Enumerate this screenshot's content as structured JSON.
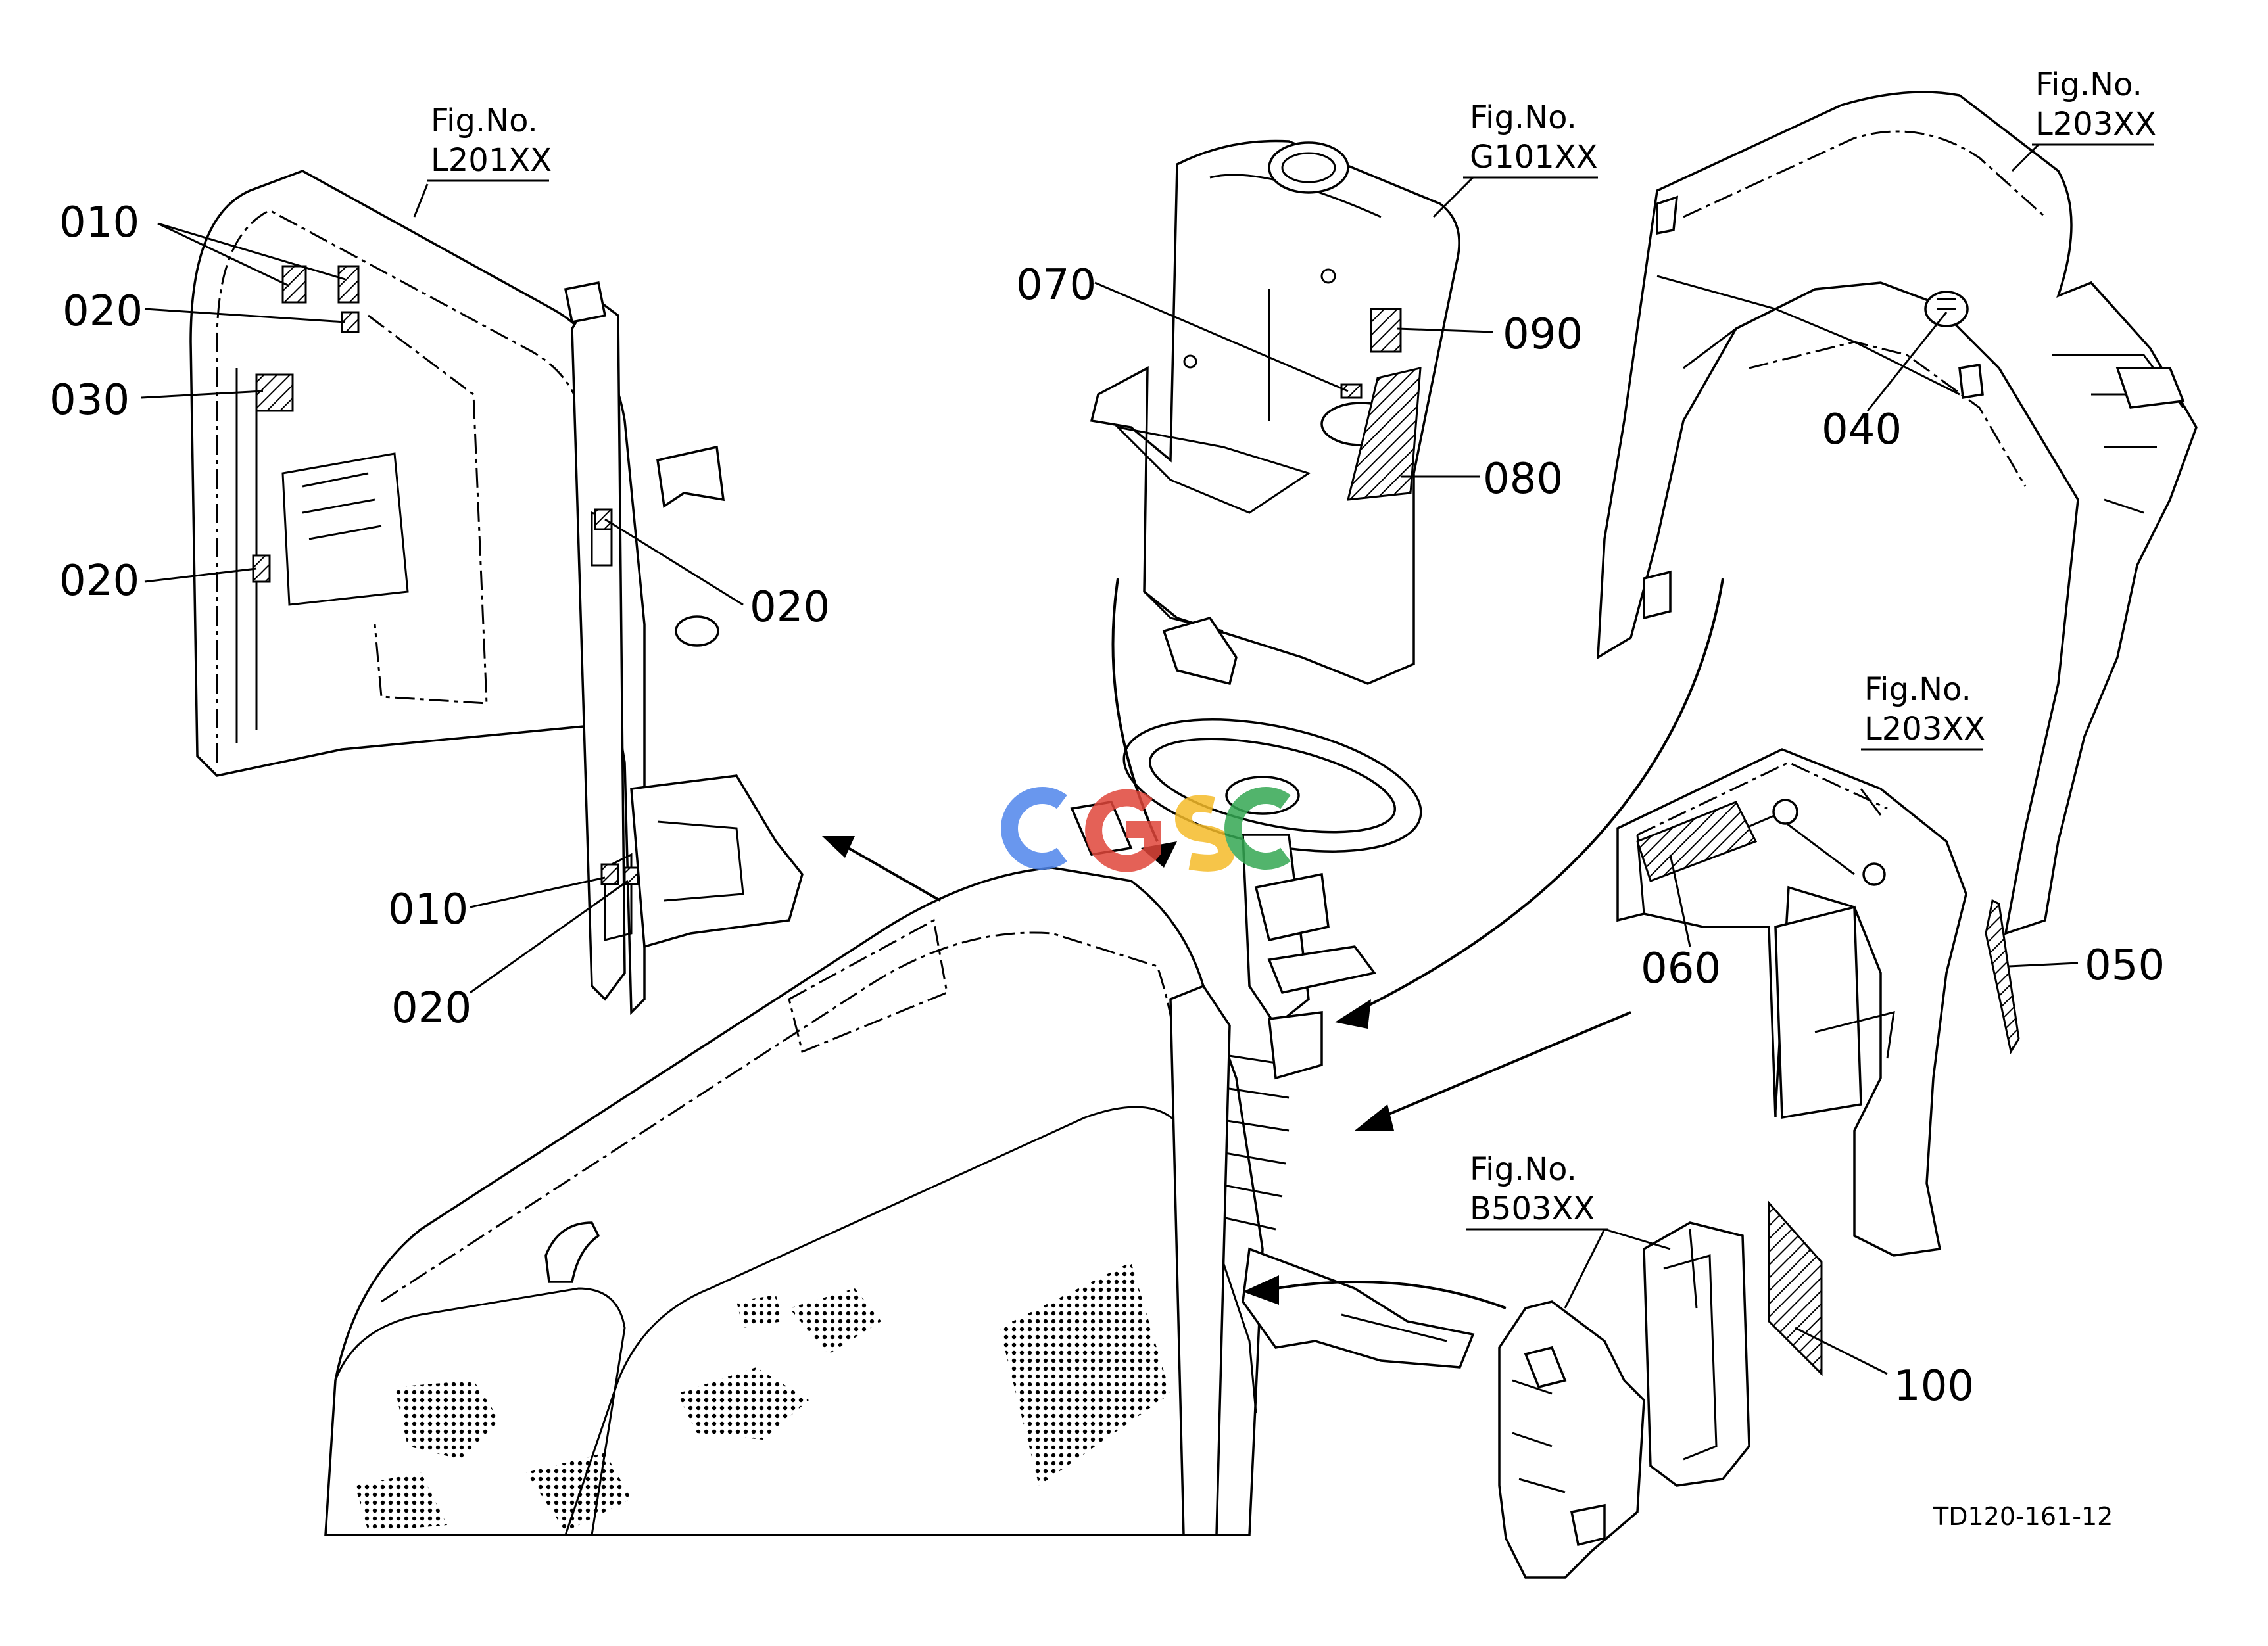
{
  "figure_refs": {
    "left_panel": {
      "fig": "Fig.No.",
      "code": "L201XX"
    },
    "dash_console": {
      "fig": "Fig.No.",
      "code": "G101XX"
    },
    "right_fender_top": {
      "fig": "Fig.No.",
      "code": "L203XX"
    },
    "right_fender_mid": {
      "fig": "Fig.No.",
      "code": "L203XX"
    },
    "pedal_bracket": {
      "fig": "Fig.No.",
      "code": "B503XX"
    }
  },
  "callouts": {
    "c010_top": "010",
    "c020_a": "020",
    "c030": "030",
    "c020_b": "020",
    "c020_c": "020",
    "c010_bottom": "010",
    "c020_d": "020",
    "c070": "070",
    "c090": "090",
    "c080": "080",
    "c040": "040",
    "c060": "060",
    "c050": "050",
    "c100": "100"
  },
  "drawing_number": "TD120-161-12",
  "watermark_logo": "CGSC",
  "colors": {
    "line": "#000000",
    "background": "#ffffff",
    "logo_blue": "#4f86ec",
    "logo_red": "#e0463a",
    "logo_yellow": "#f5bb2a",
    "logo_green": "#34a853"
  }
}
